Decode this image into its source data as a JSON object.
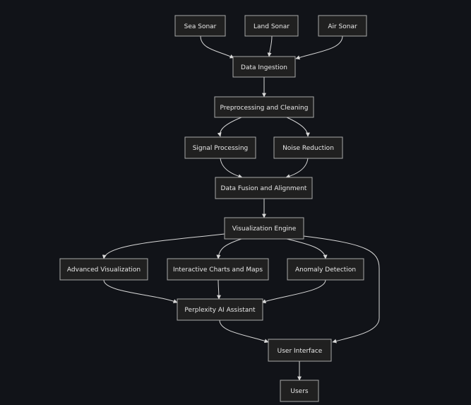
{
  "diagram": {
    "type": "flowchart",
    "direction": "top-down",
    "colors": {
      "background": "#111318",
      "node_fill": "#202020",
      "node_border": "#a8a8a8",
      "edge": "#d8d8d8",
      "text": "#e8e8e8"
    },
    "nodes": [
      {
        "id": "sea_sonar",
        "label": "Sea Sonar"
      },
      {
        "id": "land_sonar",
        "label": "Land Sonar"
      },
      {
        "id": "air_sonar",
        "label": "Air Sonar"
      },
      {
        "id": "data_ingestion",
        "label": "Data Ingestion"
      },
      {
        "id": "preprocessing",
        "label": "Preprocessing and Cleaning"
      },
      {
        "id": "signal_processing",
        "label": "Signal Processing"
      },
      {
        "id": "noise_reduction",
        "label": "Noise Reduction"
      },
      {
        "id": "data_fusion",
        "label": "Data Fusion and Alignment"
      },
      {
        "id": "visualization_engine",
        "label": "Visualization Engine"
      },
      {
        "id": "advanced_visualization",
        "label": "Advanced Visualization"
      },
      {
        "id": "interactive_charts",
        "label": "Interactive Charts and Maps"
      },
      {
        "id": "anomaly_detection",
        "label": "Anomaly Detection"
      },
      {
        "id": "perplexity_ai",
        "label": "Perplexity AI Assistant"
      },
      {
        "id": "user_interface",
        "label": "User Interface"
      },
      {
        "id": "users",
        "label": "Users"
      }
    ],
    "edges": [
      {
        "from": "sea_sonar",
        "to": "data_ingestion"
      },
      {
        "from": "land_sonar",
        "to": "data_ingestion"
      },
      {
        "from": "air_sonar",
        "to": "data_ingestion"
      },
      {
        "from": "data_ingestion",
        "to": "preprocessing"
      },
      {
        "from": "preprocessing",
        "to": "signal_processing"
      },
      {
        "from": "preprocessing",
        "to": "noise_reduction"
      },
      {
        "from": "signal_processing",
        "to": "data_fusion"
      },
      {
        "from": "noise_reduction",
        "to": "data_fusion"
      },
      {
        "from": "data_fusion",
        "to": "visualization_engine"
      },
      {
        "from": "visualization_engine",
        "to": "advanced_visualization"
      },
      {
        "from": "visualization_engine",
        "to": "interactive_charts"
      },
      {
        "from": "visualization_engine",
        "to": "anomaly_detection"
      },
      {
        "from": "visualization_engine",
        "to": "user_interface"
      },
      {
        "from": "advanced_visualization",
        "to": "perplexity_ai"
      },
      {
        "from": "interactive_charts",
        "to": "perplexity_ai"
      },
      {
        "from": "anomaly_detection",
        "to": "perplexity_ai"
      },
      {
        "from": "perplexity_ai",
        "to": "user_interface"
      },
      {
        "from": "user_interface",
        "to": "users"
      }
    ]
  }
}
